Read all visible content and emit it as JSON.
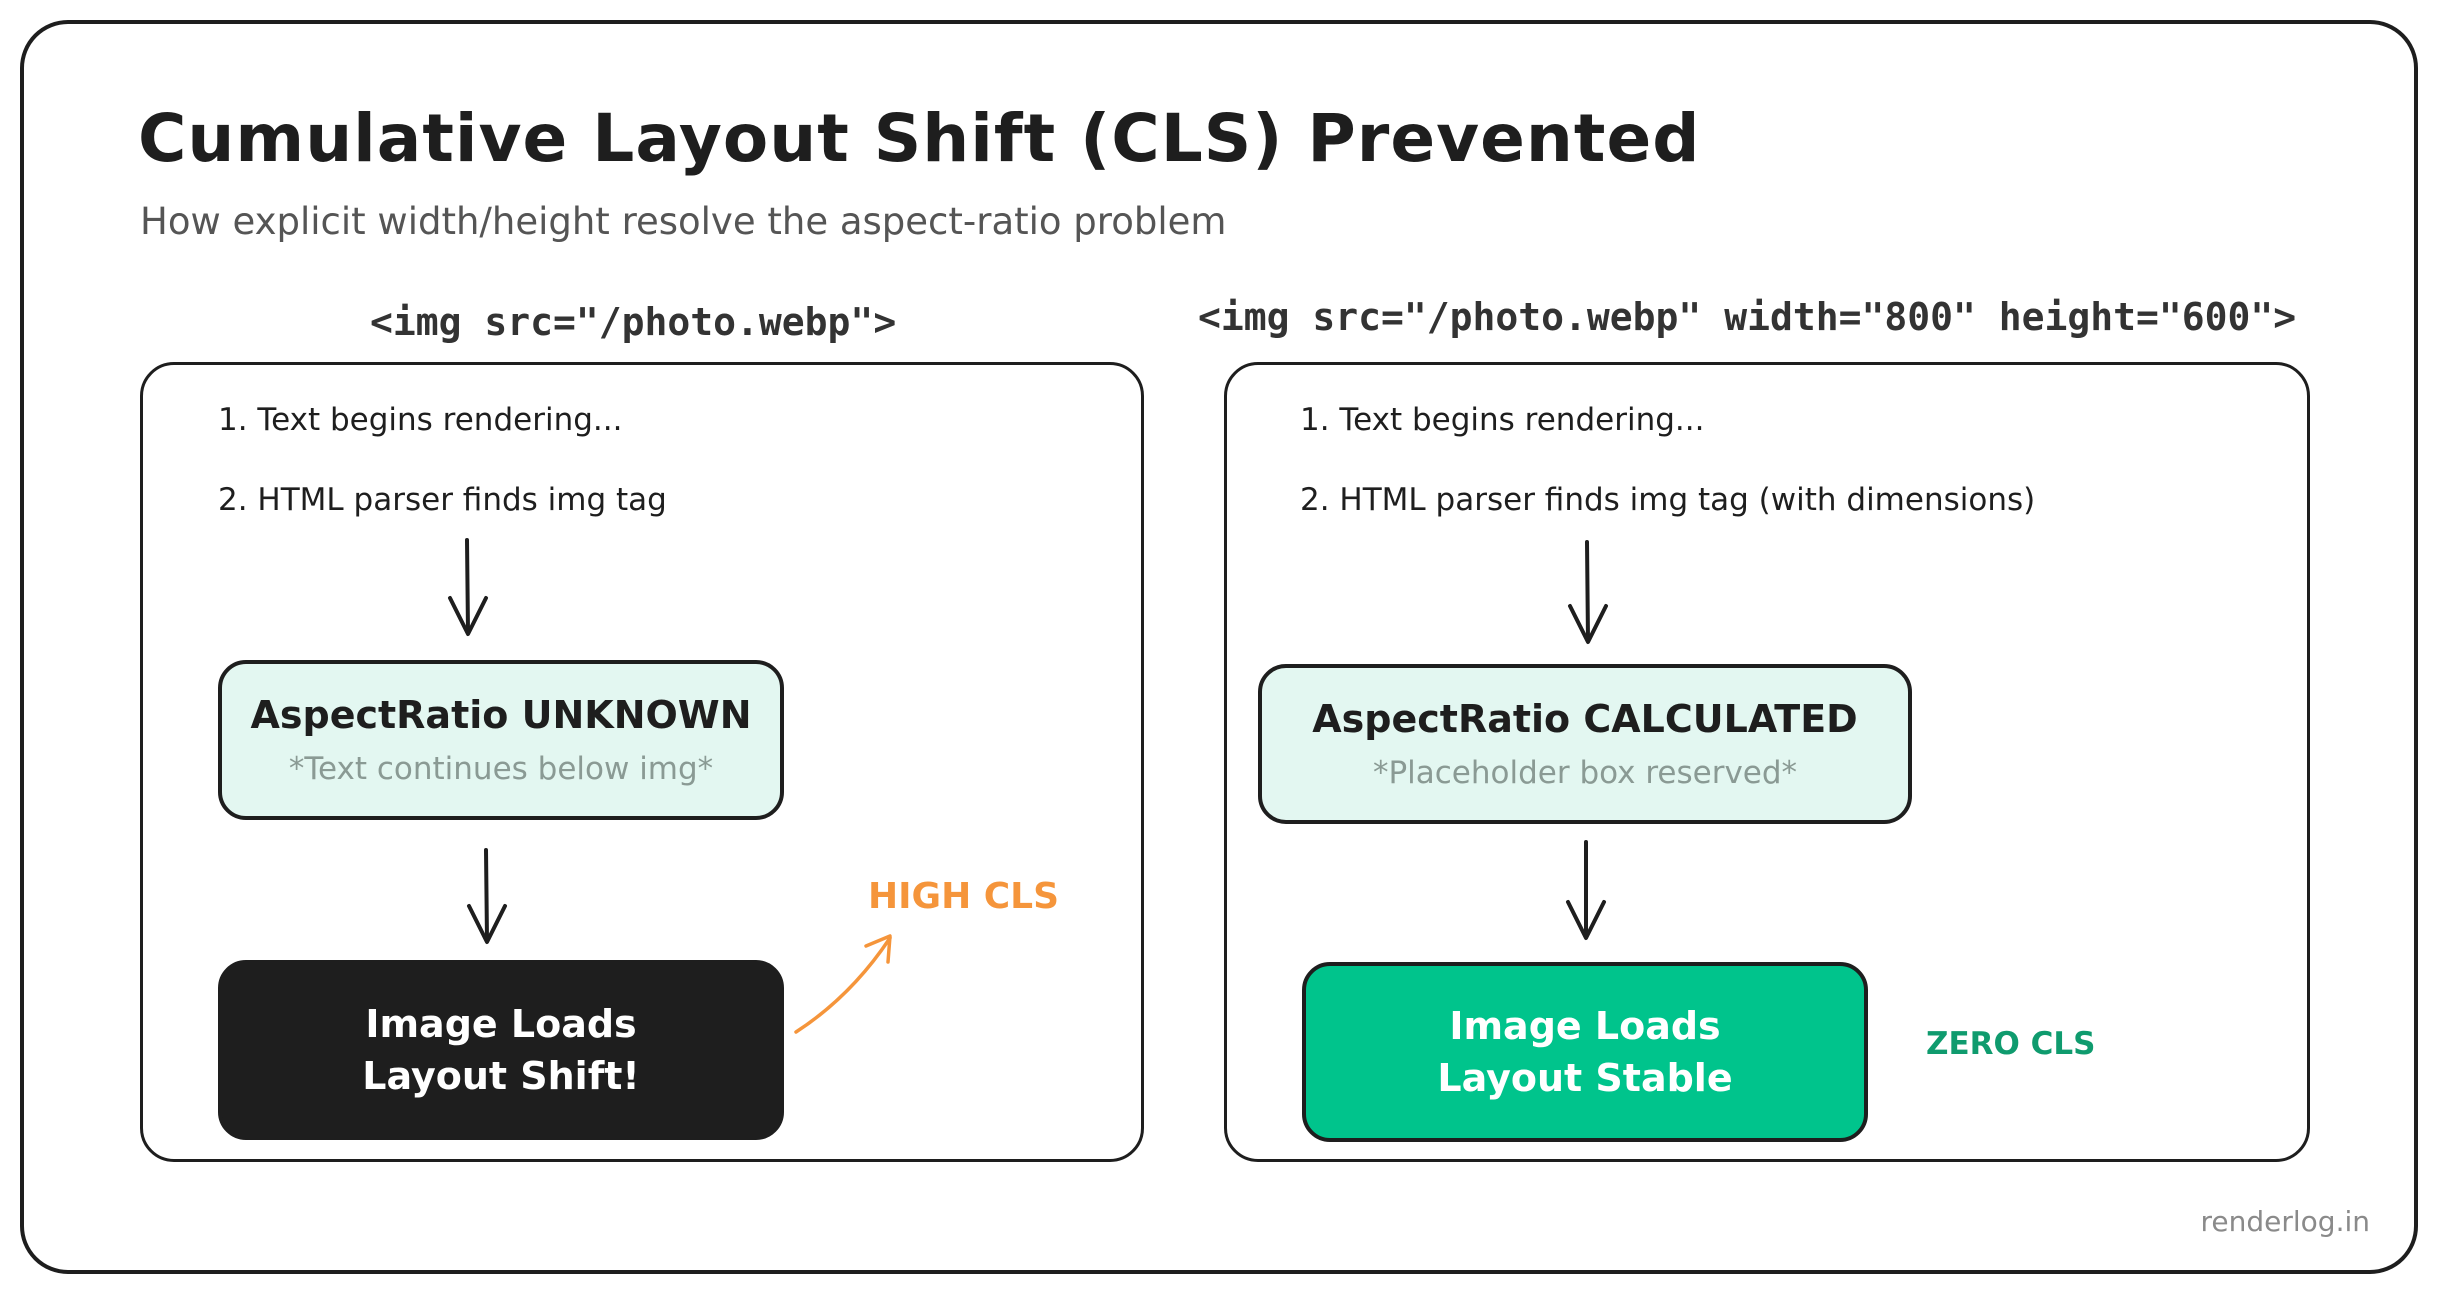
{
  "title": "Cumulative Layout Shift (CLS) Prevented",
  "subtitle": "How explicit width/height resolve the aspect-ratio problem",
  "left": {
    "code": "<img src=\"/photo.webp\">",
    "step1": "1. Text begins rendering...",
    "step2": "2. HTML parser finds img tag",
    "box1_title": "AspectRatio UNKNOWN",
    "box1_sub": "*Text continues below img*",
    "box2_line1": "Image Loads",
    "box2_line2": "Layout Shift!",
    "tag": "HIGH CLS"
  },
  "right": {
    "code": "<img src=\"/photo.webp\" width=\"800\" height=\"600\">",
    "step1": "1. Text begins rendering...",
    "step2": "2. HTML parser finds img tag (with dimensions)",
    "box1_title": "AspectRatio CALCULATED",
    "box1_sub": "*Placeholder box reserved*",
    "box2_line1": "Image Loads",
    "box2_line2": "Layout Stable",
    "tag": "ZERO CLS"
  },
  "footer": "renderlog.in",
  "colors": {
    "ink": "#1e1e1e",
    "light_box": "#e3f7f1",
    "green": "#00c48c",
    "green_text": "#0f9b6e",
    "orange": "#f5953b",
    "muted": "#8a9a94"
  }
}
